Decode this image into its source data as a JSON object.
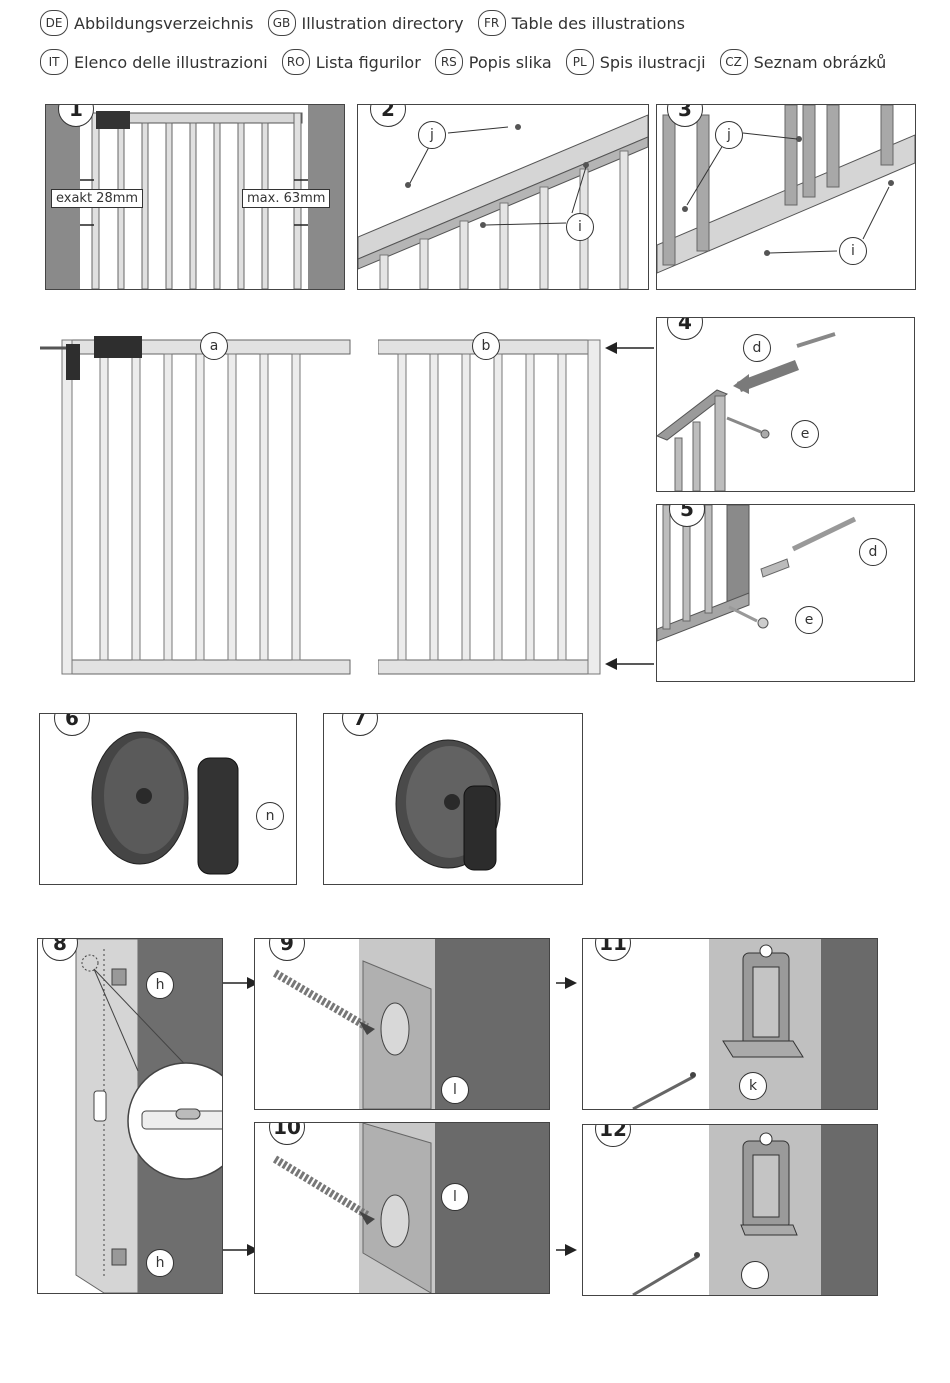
{
  "legend": [
    [
      {
        "code": "DE",
        "label": "Abbildungsverzeichnis"
      },
      {
        "code": "GB",
        "label": "Illustration directory"
      },
      {
        "code": "FR",
        "label": "Table des illustrations"
      }
    ],
    [
      {
        "code": "IT",
        "label": "Elenco delle illustrazioni"
      },
      {
        "code": "RO",
        "label": "Lista figurilor"
      },
      {
        "code": "RS",
        "label": "Popis slika"
      },
      {
        "code": "PL",
        "label": "Spis ilustracji"
      },
      {
        "code": "CZ",
        "label": "Seznam obrázků"
      }
    ]
  ],
  "panels": {
    "p1": {
      "num": "1",
      "measure_left": "exakt 28mm",
      "measure_right": "max. 63mm"
    },
    "p2": {
      "num": "2",
      "callout_j": "j",
      "callout_i": "i"
    },
    "p3": {
      "num": "3",
      "callout_j": "j",
      "callout_i": "i"
    },
    "gate_a": {
      "callout": "a"
    },
    "gate_b": {
      "callout": "b"
    },
    "p4": {
      "num": "4",
      "callout_d": "d",
      "callout_e": "e"
    },
    "p5": {
      "num": "5",
      "callout_d": "d",
      "callout_e": "e"
    },
    "p6": {
      "num": "6",
      "callout_n": "n"
    },
    "p7": {
      "num": "7"
    },
    "p8": {
      "num": "8",
      "callout_h_top": "h",
      "callout_h_bottom": "h"
    },
    "p9": {
      "num": "9",
      "callout_l": "l"
    },
    "p10": {
      "num": "10",
      "callout_l": "l"
    },
    "p11": {
      "num": "11",
      "callout_k": "k"
    },
    "p12": {
      "num": "12",
      "callout_empty": ""
    }
  },
  "colors": {
    "line": "#333333",
    "metal": "#c8c8c8",
    "wall": "#7a7a7a",
    "dark": "#3a3a3a"
  }
}
